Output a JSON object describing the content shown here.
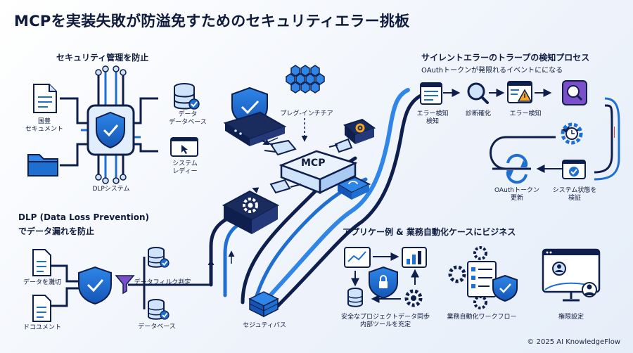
{
  "title": "MCPを実装失敗が防溢免すためのセキュリティエラー挑板",
  "left_top": {
    "heading": "セキュリティ管理を防止",
    "labels": {
      "document": "国豊\nセキュメント",
      "database": "データ\nデータベース",
      "system": "システム\nレディー",
      "dlp_system": "DLPシステム"
    }
  },
  "left_bottom": {
    "heading_line1": "DLP (Data Loss Prevention)",
    "heading_line2": "でデータ漏れを防止",
    "labels": {
      "data_cut": "データを灘切",
      "document": "ドコユメント",
      "data_filter": "データフィルク判定",
      "database": "データベース"
    }
  },
  "center": {
    "plugin_label": "プレグ-インチチア",
    "mcp_label": "MCP",
    "security_bus_label": "セジュティバス"
  },
  "right_top": {
    "heading": "サイレントエラーのトラープの検知プロセス",
    "subheading": "OAuthトークンが発限れるイベントにになる",
    "labels": {
      "error_detect": "エラー検知\n検知",
      "diagnose": "診断確化",
      "error_detect2": "エラー検知",
      "oauth_renew": "OAuthトークン\n更新",
      "verify": "システム状態を\n検証"
    }
  },
  "right_bottom": {
    "heading": "アプリケー例 & 業務自動化ケースにビジネス",
    "labels": {
      "project_data": "安全なプロジェクトデータ同歩\n内部ツールを充定",
      "workflow": "業務自動化ワークフロー",
      "permission": "権限設定"
    }
  },
  "copyright": "© 2025 AI KnowledgeFlow",
  "colors": {
    "navy": "#0f1f4d",
    "blue": "#1f6fd1",
    "light_blue": "#cfe3fb",
    "purple": "#7b4fc9",
    "orange": "#f5a623"
  }
}
